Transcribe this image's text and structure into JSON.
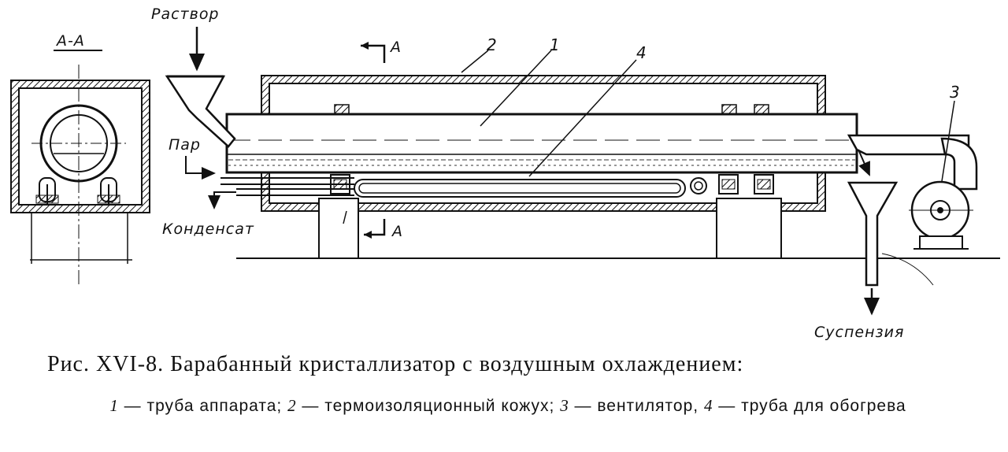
{
  "diagram": {
    "section_label": "А-А",
    "labels": {
      "solution": "Раствор",
      "steam": "Пар",
      "condensate": "Конденсат",
      "suspension": "Суспензия",
      "cut_mark_top": "А",
      "cut_mark_bottom": "А"
    },
    "callouts": [
      "1",
      "2",
      "3",
      "4"
    ]
  },
  "caption": {
    "title": "Рис. XVI-8. Барабанный кристаллизатор с воздушным охлаждением:",
    "legend": [
      {
        "num": "1",
        "text": " — труба аппарата; "
      },
      {
        "num": "2",
        "text": " — термоизоляционный кожух; "
      },
      {
        "num": "3",
        "text": " — вентилятор, "
      },
      {
        "num": "4",
        "text": " — труба для обогрева"
      }
    ]
  }
}
